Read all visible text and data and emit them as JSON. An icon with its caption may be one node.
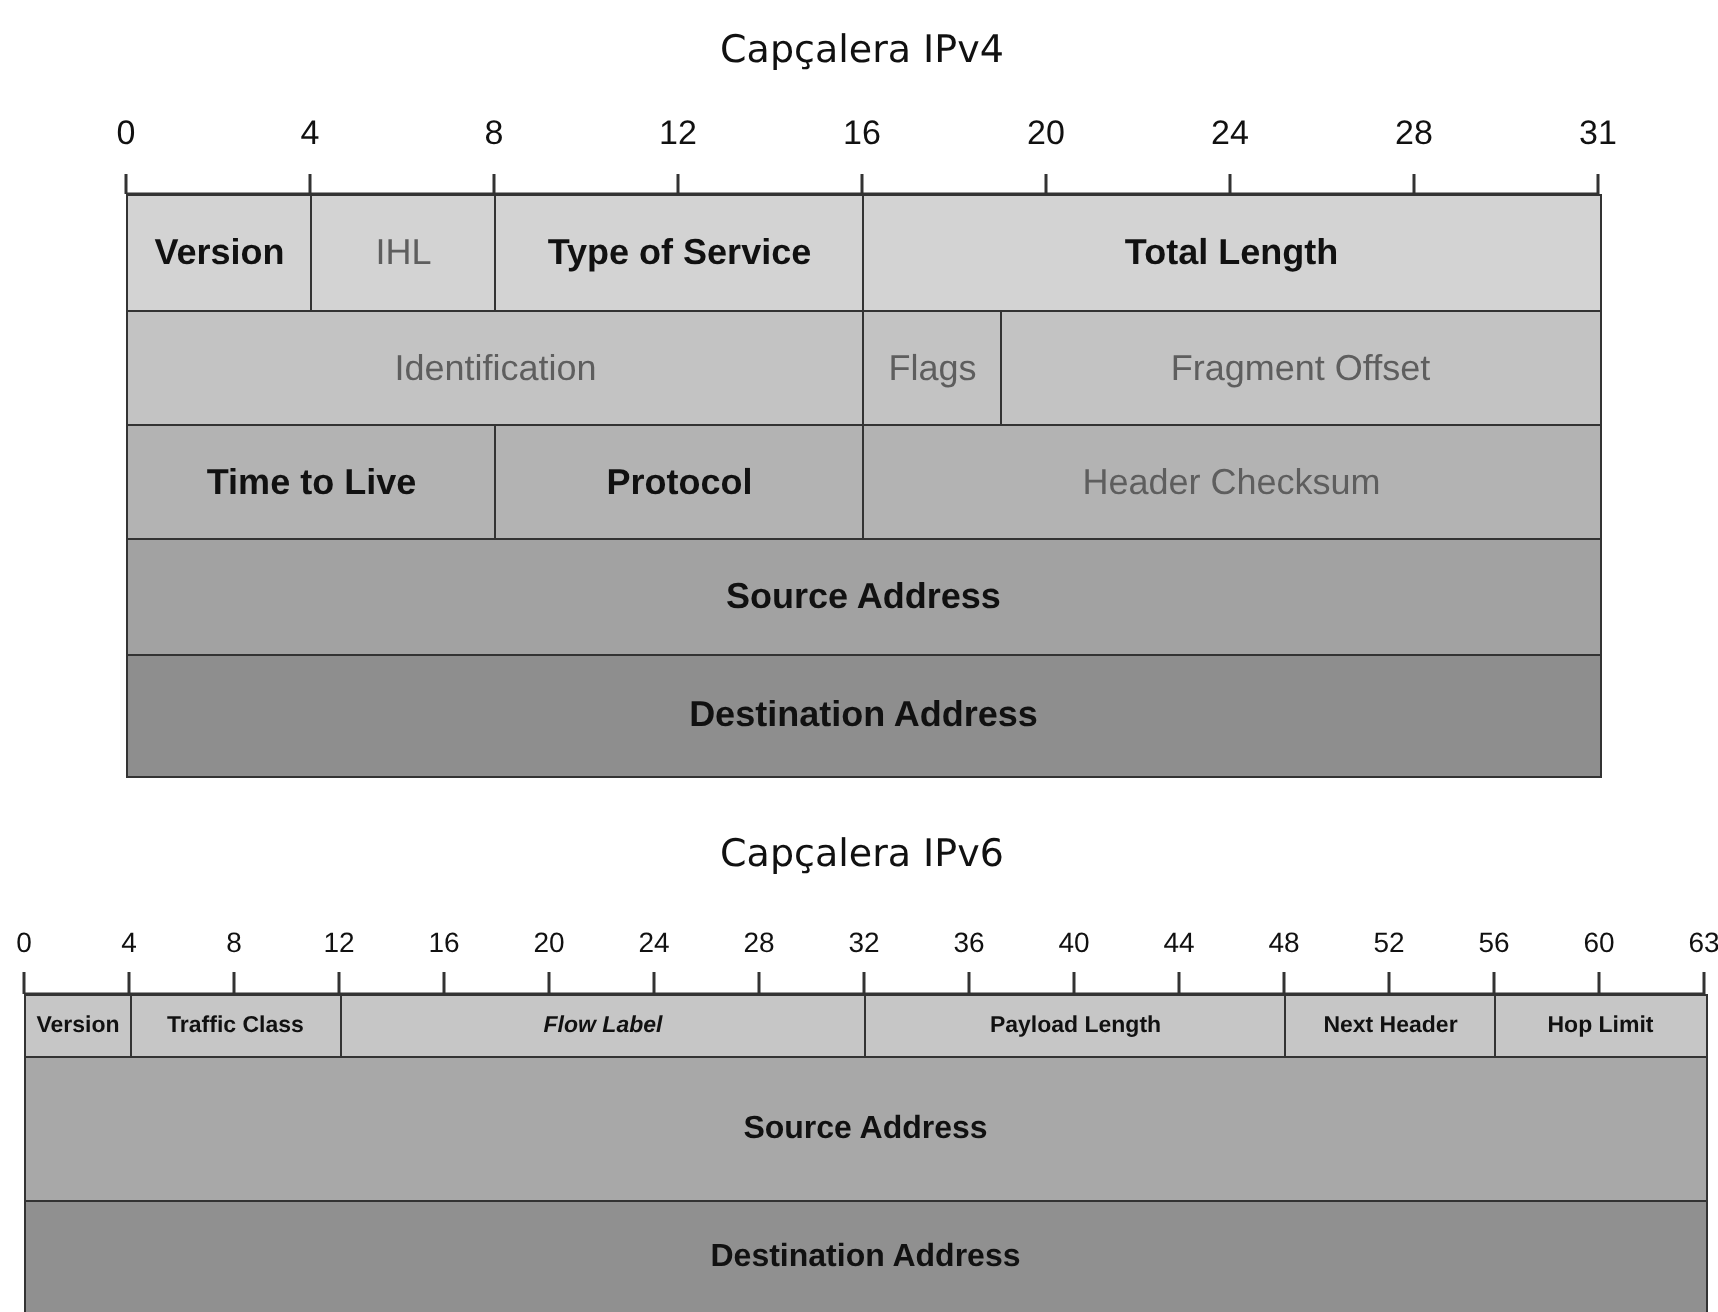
{
  "diagram": {
    "nodes": [
      {
        "text": [
          "Version"
        ]
      },
      {
        "text": [
          "IHL"
        ]
      },
      {
        "text": [
          "Type of Service"
        ]
      },
      {
        "text": [
          "Total Length"
        ]
      },
      {
        "text": [
          "Identification"
        ]
      },
      {
        "text": [
          "Flags"
        ]
      },
      {
        "text": [
          "Fragment Offset"
        ]
      },
      {
        "text": [
          "Time to Live"
        ]
      },
      {
        "text": [
          "Protocol"
        ]
      },
      {
        "text": [
          "Header Checksum"
        ]
      },
      {
        "text": [
          "Source Address"
        ]
      },
      {
        "text": [
          "Destination Address"
        ]
      },
      {
        "text": [
          "Version"
        ]
      },
      {
        "text": [
          "Traffic Class"
        ]
      },
      {
        "text": [
          "Flow Label"
        ]
      },
      {
        "text": [
          "Payload Length"
        ]
      },
      {
        "text": [
          "Next Header"
        ]
      },
      {
        "text": [
          "Hop Limit"
        ]
      },
      {
        "text": [
          "Source Address"
        ]
      },
      {
        "text": [
          "Destination Address"
        ]
      }
    ],
    "labels": [
      "Capçalera IPv4",
      "0",
      "4",
      "8",
      "12",
      "16",
      "20",
      "24",
      "28",
      "31",
      "Capçalera IPv6",
      "0",
      "4",
      "8",
      "12",
      "16",
      "20",
      "24",
      "28",
      "32",
      "36",
      "40",
      "44",
      "48",
      "52",
      "56",
      "60",
      "63"
    ]
  }
}
